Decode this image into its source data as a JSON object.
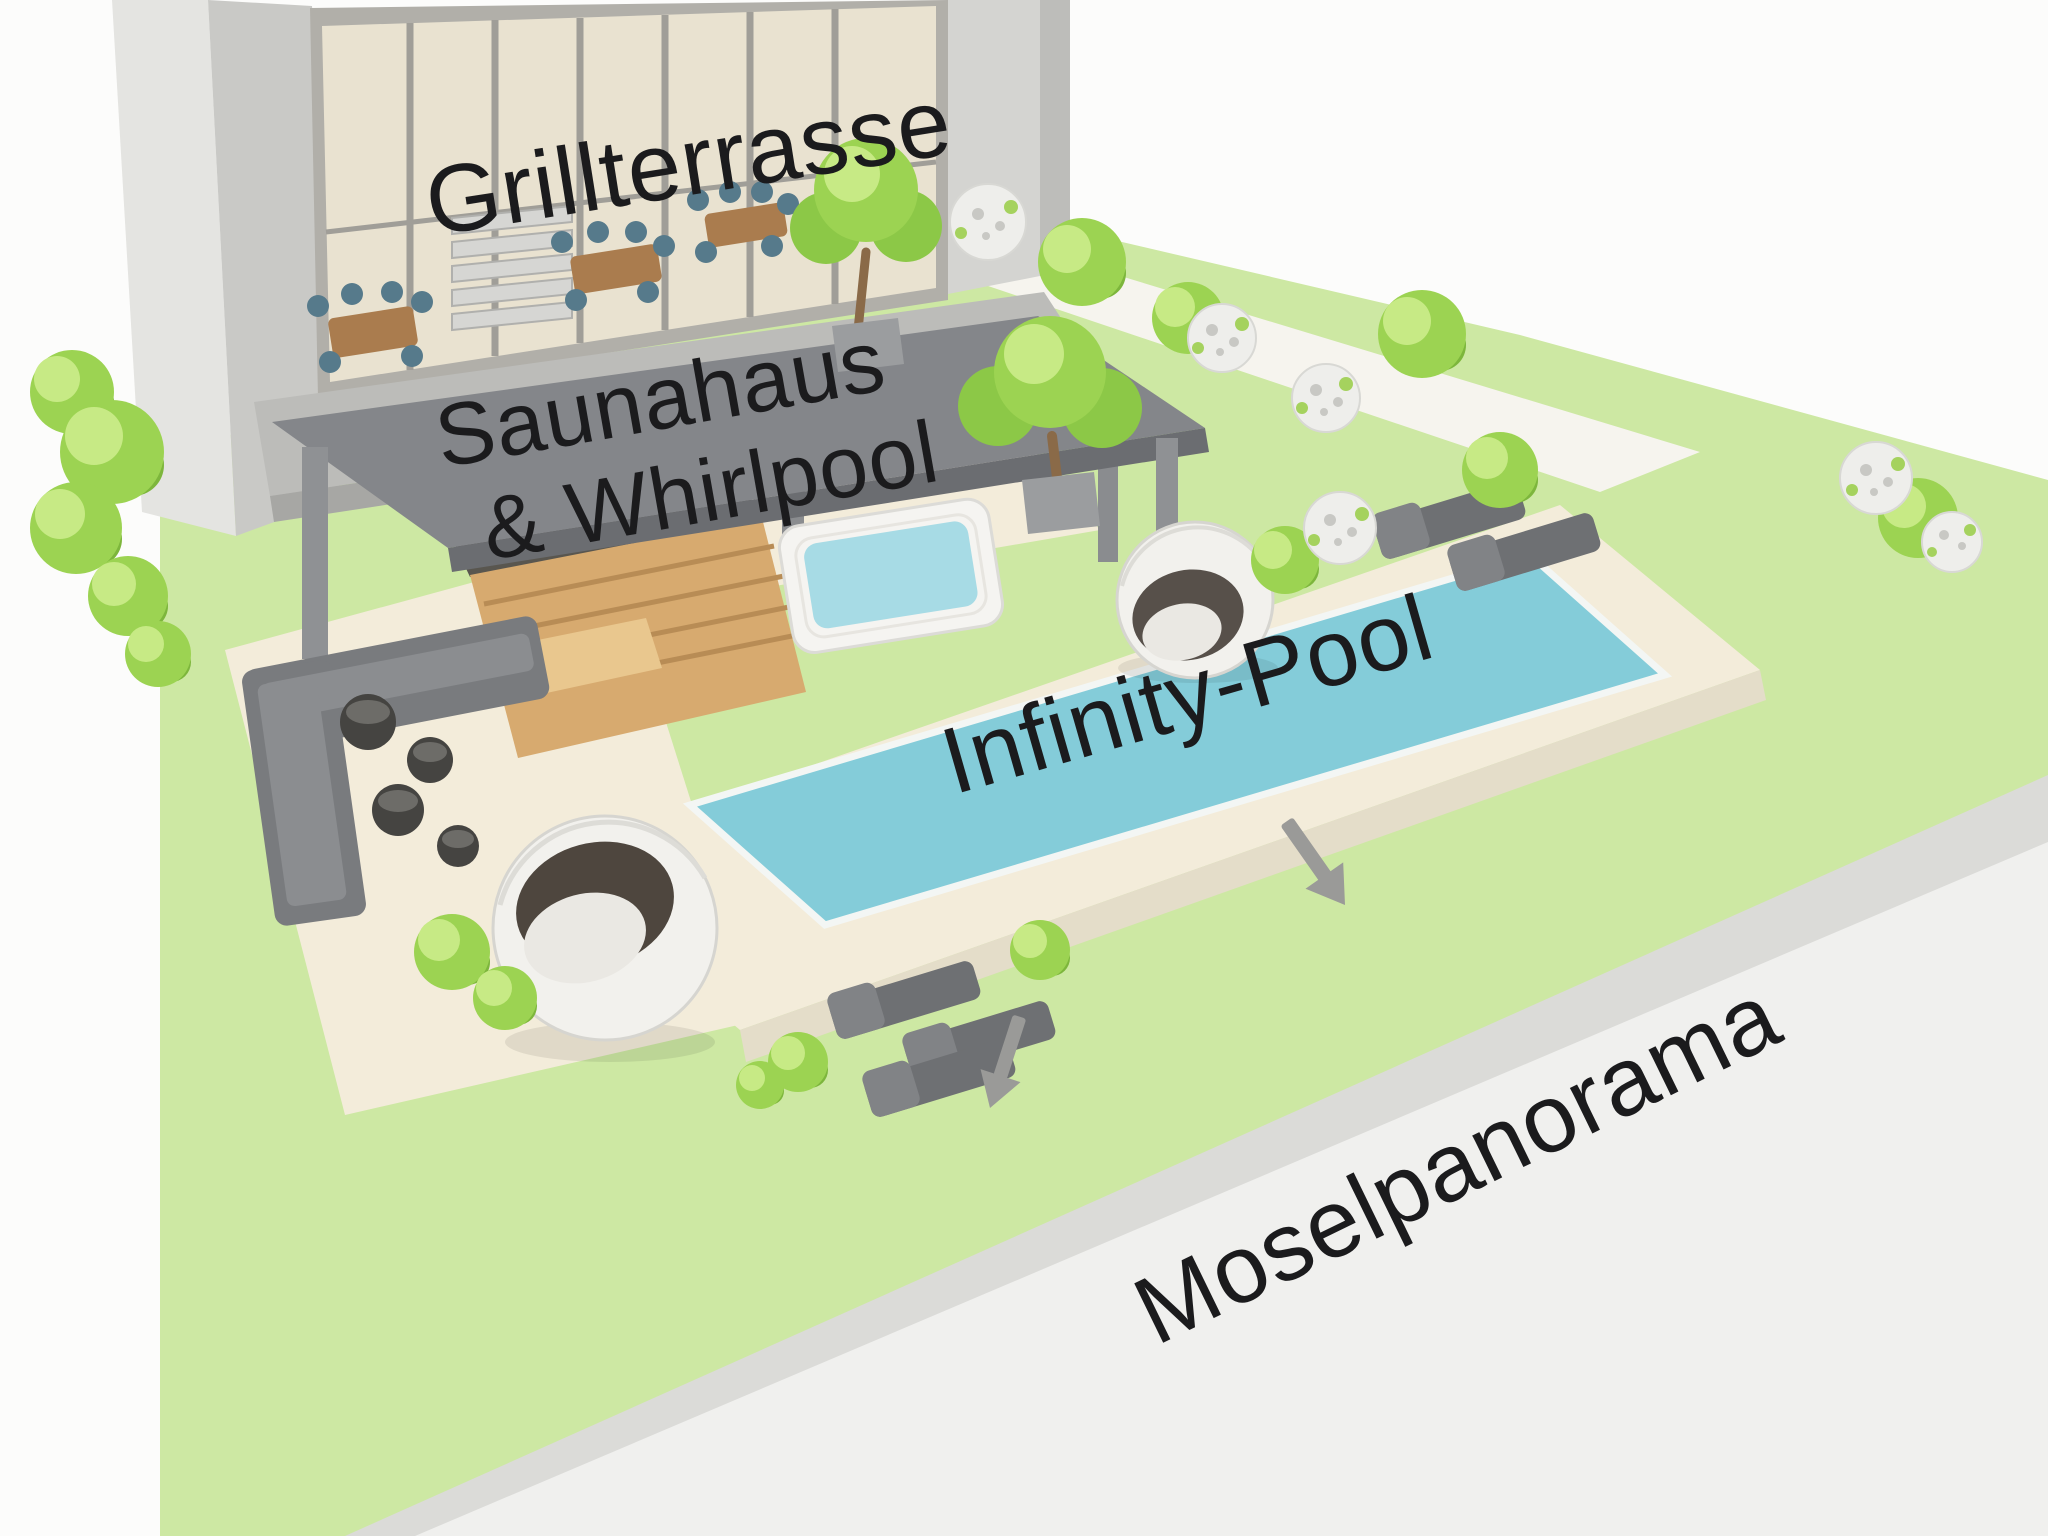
{
  "labels": {
    "grillterrasse": "Grillterrasse",
    "saunahaus_line1": "Saunahaus",
    "saunahaus_line2": "& Whirlpool",
    "infinity_pool": "Infinity-Pool",
    "moselpanorama": "Moselpanorama"
  },
  "colors": {
    "background": "#fcfcfb",
    "lawn_green": "#cde8a3",
    "pool_water_blue": "#84ccd9",
    "deck_beige": "#f3ecda",
    "building_gray": "#c9c9c6",
    "roof_gray": "#84868a",
    "furniture_gray": "#6e7073",
    "bush_green": "#9cd352",
    "flower_bush_white": "#eeeeeb",
    "arrow_gray": "#9a9a98",
    "label_text": "#1b1b1d"
  },
  "icons": {
    "panorama_arrow": "↘"
  }
}
